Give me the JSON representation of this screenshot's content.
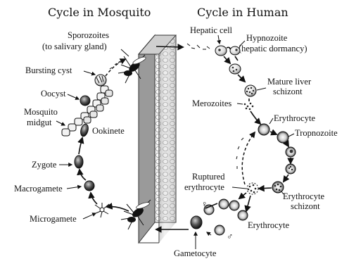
{
  "titles": {
    "mosquito": "Cycle in Mosquito",
    "human": "Cycle in Human"
  },
  "mosquito_labels": {
    "sporozoites_1": "Sporozoites",
    "sporozoites_2": "(to salivary gland)",
    "bursting_cyst": "Bursting cyst",
    "oocyst": "Oocyst",
    "mosquito_1": "Mosquito",
    "midgut": "midgut",
    "ookinete": "Ookinete",
    "zygote": "Zygote",
    "macrogamete": "Macrogamete",
    "microgamete": "Microgamete"
  },
  "human_labels": {
    "hepatic_cell": "Hepatic cell",
    "hypnozoite_1": "Hypnozoite",
    "hypnozoite_2": "(hepatic dormancy)",
    "mature_1": "Mature liver",
    "schizont_liver": "schizont",
    "merozoites": "Merozoites",
    "erythrocyte_top": "Erythrocyte",
    "tropnozoite": "Tropnozoite",
    "ruptured_1": "Ruptured",
    "ruptured_2": "erythrocyte",
    "erythrocyte_schizont_1": "Erythrocyte",
    "erythrocyte_schizont_2": "schizont",
    "erythrocyte_bottom": "Erythrocyte",
    "gametocyte": "Gametocyte"
  },
  "symbols": {
    "female": "♀",
    "male": "♂"
  }
}
